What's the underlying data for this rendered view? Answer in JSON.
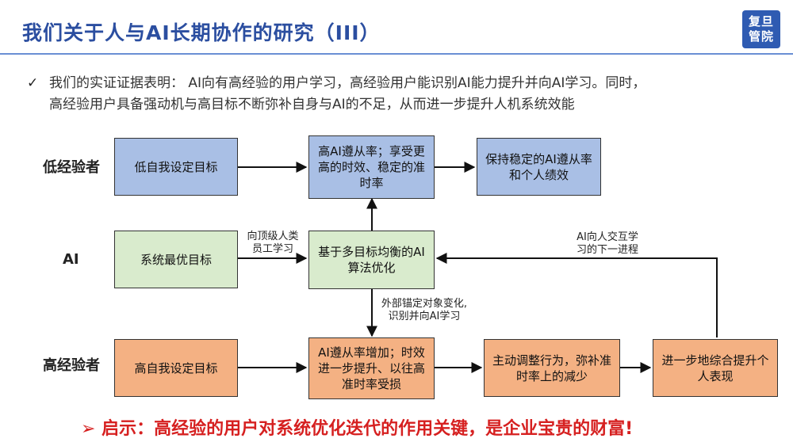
{
  "header": {
    "title": "我们关于人与AI长期协作的研究（III）",
    "logo_line1": "复旦",
    "logo_line2": "管院"
  },
  "intro": {
    "check": "✓",
    "line1": "我们的实证证据表明： AI向有高经验的用户学习，高经验用户能识别AI能力提升并向AI学习。同时，",
    "line2": "高经验用户具备强动机与高目标不断弥补自身与AI的不足，从而进一步提升人机系统效能"
  },
  "rows": {
    "low": "低经验者",
    "ai": "AI",
    "high": "高经验者"
  },
  "boxes": {
    "low_goal": "低自我设定目标",
    "low_mid": "高AI遵从率；享受更高的时效、稳定的准时率",
    "low_result": "保持稳定的AI遵从率和个人绩效",
    "ai_goal": "系统最优目标",
    "ai_mid": "基于多目标均衡的AI算法优化",
    "high_goal": "高自我设定目标",
    "high_mid": "AI遵从率增加；时效进一步提升、以往高准时率受损",
    "high_adjust": "主动调整行为，弥补准时率上的减少",
    "high_result": "进一步地综合提升个人表现"
  },
  "edges": {
    "learn_top_a": "向顶级人类",
    "learn_top_b": "员工学习",
    "interact_a": "AI向人交互学",
    "interact_b": "习的下一进程",
    "external_a": "外部锚定对象变化,",
    "external_b": "识别并向AI学习"
  },
  "footer": {
    "insight": "➢ 启示：高经验的用户对系统优化迭代的作用关键，是企业宝贵的财富!"
  },
  "colors": {
    "title_blue": "#2b4ea0",
    "box_blue": "#a9bfe5",
    "box_green": "#d9ebcd",
    "box_orange": "#f4b183",
    "insight_red": "#d62020"
  }
}
